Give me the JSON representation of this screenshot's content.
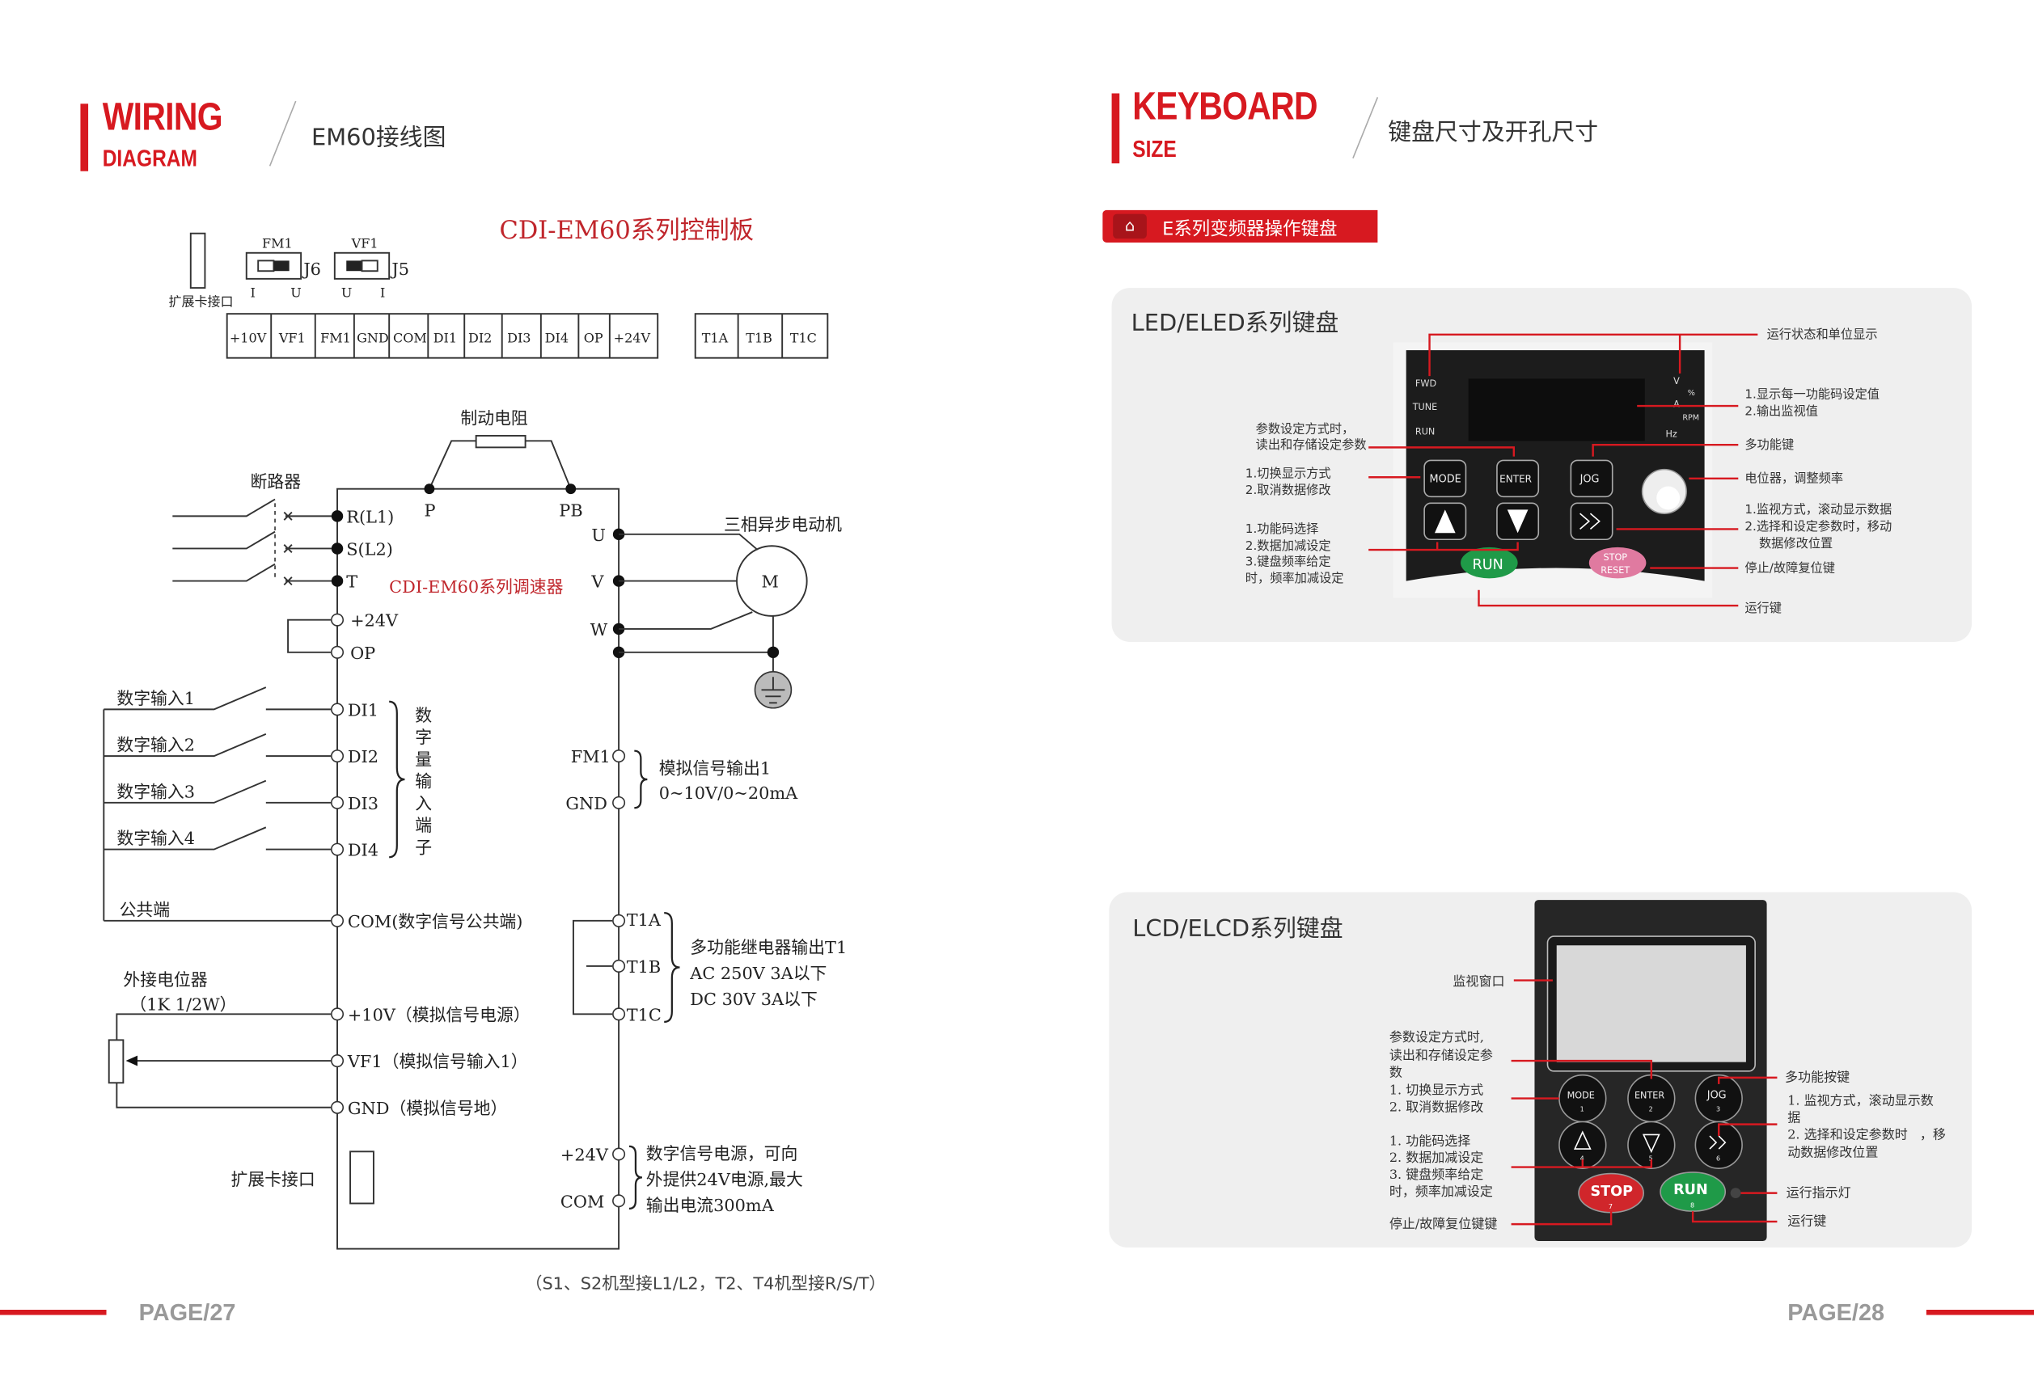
{
  "left_page": {
    "title_main": "WIRING",
    "title_sub": "DIAGRAM",
    "subtitle": "EM60接线图",
    "page_number": "PAGE/27",
    "footnote": "（S1、S2机型接L1/L2，T2、T4机型接R/S/T）"
  },
  "right_page": {
    "title_main": "KEYBOARD",
    "title_sub": "SIZE",
    "subtitle": "键盘尺寸及开孔尺寸",
    "page_number": "PAGE/28",
    "tag": "E系列变频器操作键盘"
  },
  "control_board": {
    "title": "CDI-EM60系列控制板",
    "expansion_label": "扩展卡接口",
    "switch_fm1": {
      "name": "FM1",
      "jumper": "J6",
      "left": "I",
      "right": "U"
    },
    "switch_vf1": {
      "name": "VF1",
      "jumper": "J5",
      "left": "U",
      "right": "I"
    },
    "terminals": [
      "+10V",
      "VF1",
      "FM1",
      "GND",
      "COM",
      "DI1",
      "DI2",
      "DI3",
      "DI4",
      "OP",
      "+24V"
    ],
    "relay_terminals": [
      "T1A",
      "T1B",
      "T1C"
    ]
  },
  "wiring": {
    "brake_resistor": "制动电阻",
    "breaker": "断路器",
    "p": "P",
    "pb": "PB",
    "inputs": [
      "R(L1)",
      "S(L2)",
      "T"
    ],
    "drive_label": "CDI-EM60系列调速器",
    "motor_title": "三相异步电动机",
    "motor": "M",
    "outputs": [
      "U",
      "V",
      "W"
    ],
    "p24": "+24V",
    "op": "OP",
    "digital_inputs": [
      "数字输入1",
      "数字输入2",
      "数字输入3",
      "数字输入4"
    ],
    "di_terminals": [
      "DI1",
      "DI2",
      "DI3",
      "DI4"
    ],
    "di_group": [
      "数",
      "字",
      "量",
      "输",
      "入",
      "端",
      "子"
    ],
    "common_label": "公共端",
    "com_terminal": "COM(数字信号公共端)",
    "pot_label": "外接电位器",
    "pot_spec": "（1K 1/2W）",
    "p10v_terminal": "+10V（模拟信号电源）",
    "vf1_terminal": "VF1（模拟信号输入1）",
    "gnd_terminal": "GND（模拟信号地）",
    "expansion_label": "扩展卡接口",
    "fm1": "FM1",
    "gnd": "GND",
    "analog_out": [
      "模拟信号输出1",
      "0~10V/0~20mA"
    ],
    "relay": [
      "T1A",
      "T1B",
      "T1C"
    ],
    "relay_desc": [
      "多功能继电器输出T1",
      "AC 250V  3A以下",
      "DC 30V    3A以下"
    ],
    "power_terms": [
      "+24V",
      "COM"
    ],
    "power_desc": [
      "数字信号电源，可向",
      "外提供24V电源,最大",
      "输出电流300mA"
    ]
  },
  "led_keyboard": {
    "title": "LED/ELED系列键盘",
    "indicators": [
      "FWD",
      "TUNE",
      "RUN"
    ],
    "units": [
      "V",
      "%",
      "A",
      "RPM",
      "Hz"
    ],
    "keys": [
      "MODE",
      "ENTER",
      "JOG",
      "RUN",
      "STOP",
      "RESET"
    ],
    "annotations_right": [
      "运行状态和单位显示",
      "1.显示每一功能码设定值",
      "2.输出监视值",
      "多功能键",
      "电位器，调整频率",
      "1.监视方式，滚动显示数据",
      "2.选择和设定参数时，移动",
      "数据修改位置",
      "停止/故障复位键",
      "运行键"
    ],
    "annotations_left": [
      "参数设定方式时，",
      "读出和存储设定参数",
      "1.切换显示方式",
      "2.取消数据修改",
      "1.功能码选择",
      "2.数据加减设定",
      "3.键盘频率给定",
      "时，频率加减设定"
    ]
  },
  "lcd_keyboard": {
    "title": "LCD/ELCD系列键盘",
    "keys": [
      "MODE",
      "ENTER",
      "JOG",
      "STOP",
      "RUN"
    ],
    "key_numbers": [
      "1",
      "2",
      "3",
      "4",
      "5",
      "6",
      "7",
      "8"
    ],
    "annotations_left": [
      "监视窗口",
      "参数设定方式时,",
      "读出和存储设定参",
      "数",
      "1. 切换显示方式",
      "2. 取消数据修改",
      "1. 功能码选择",
      "2. 数据加减设定",
      "3. 键盘频率给定",
      "时，频率加减设定",
      "停止/故障复位键键"
    ],
    "annotations_right": [
      "多功能按键",
      "1. 监视方式，滚动显示数",
      "据",
      "2. 选择和设定参数时",
      "，移",
      "动数据修改位置",
      "运行指示灯",
      "运行键"
    ]
  },
  "colors": {
    "accent": "#d71920",
    "panel": "#efefef",
    "run": "#1f9a48",
    "stop": "#d0262b"
  }
}
